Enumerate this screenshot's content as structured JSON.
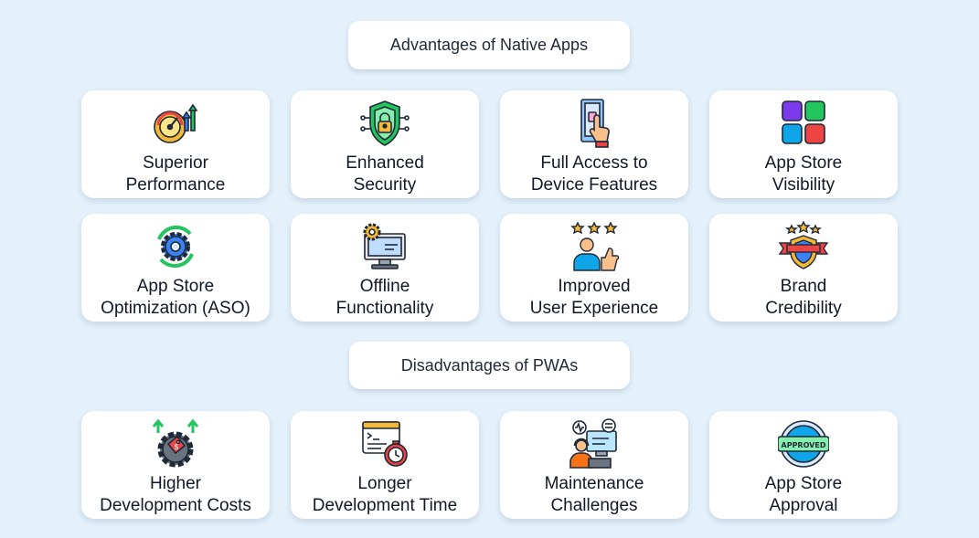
{
  "sections": {
    "advantages_title": "Advantages of Native Apps",
    "disadvantages_title": "Disadvantages of PWAs"
  },
  "advantages": [
    {
      "label": "Superior\nPerformance",
      "icon": "speedometer-gear-icon"
    },
    {
      "label": "Enhanced\nSecurity",
      "icon": "shield-lock-icon"
    },
    {
      "label": "Full Access to\nDevice Features",
      "icon": "phone-touch-icon"
    },
    {
      "label": "App Store\nVisibility",
      "icon": "app-grid-icon"
    },
    {
      "label": "App Store\nOptimization (ASO)",
      "icon": "gear-cycle-icon"
    },
    {
      "label": "Offline\nFunctionality",
      "icon": "monitor-gear-icon"
    },
    {
      "label": "Improved\nUser Experience",
      "icon": "user-thumbs-up-icon"
    },
    {
      "label": "Brand\nCredibility",
      "icon": "badge-stars-icon"
    }
  ],
  "disadvantages": [
    {
      "label": "Higher\nDevelopment Costs",
      "icon": "gear-dollar-icon"
    },
    {
      "label": "Longer\nDevelopment Time",
      "icon": "code-window-clock-icon"
    },
    {
      "label": "Maintenance\nChallenges",
      "icon": "developer-screen-icon"
    },
    {
      "label": "App Store\nApproval",
      "icon": "approved-stamp-icon",
      "stamp_text": "APPROVED"
    }
  ]
}
